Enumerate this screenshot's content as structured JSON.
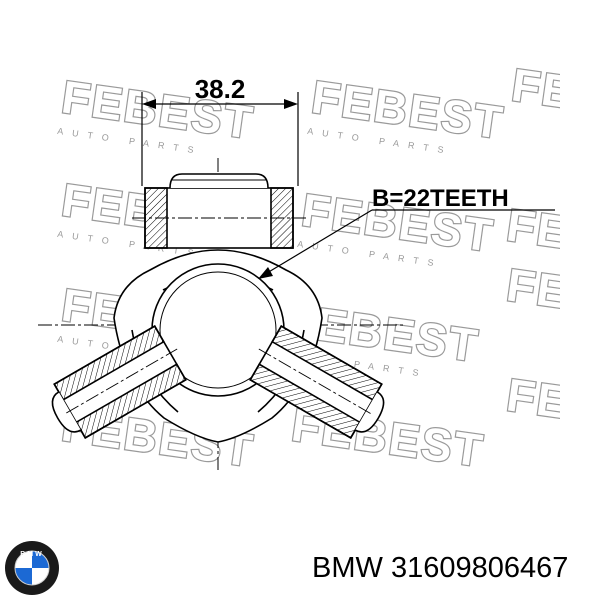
{
  "watermark": {
    "brand": "FEBEST",
    "subtitle": "AUTO PARTS"
  },
  "drawing": {
    "dimension": "38.2",
    "spec": "B=22TEETH"
  },
  "logo": {
    "letters": "BMW",
    "ring_color": "#1a1a1a",
    "blue": "#1c69d4"
  },
  "caption": {
    "brand": "BMW",
    "part_number": "31609806467"
  }
}
